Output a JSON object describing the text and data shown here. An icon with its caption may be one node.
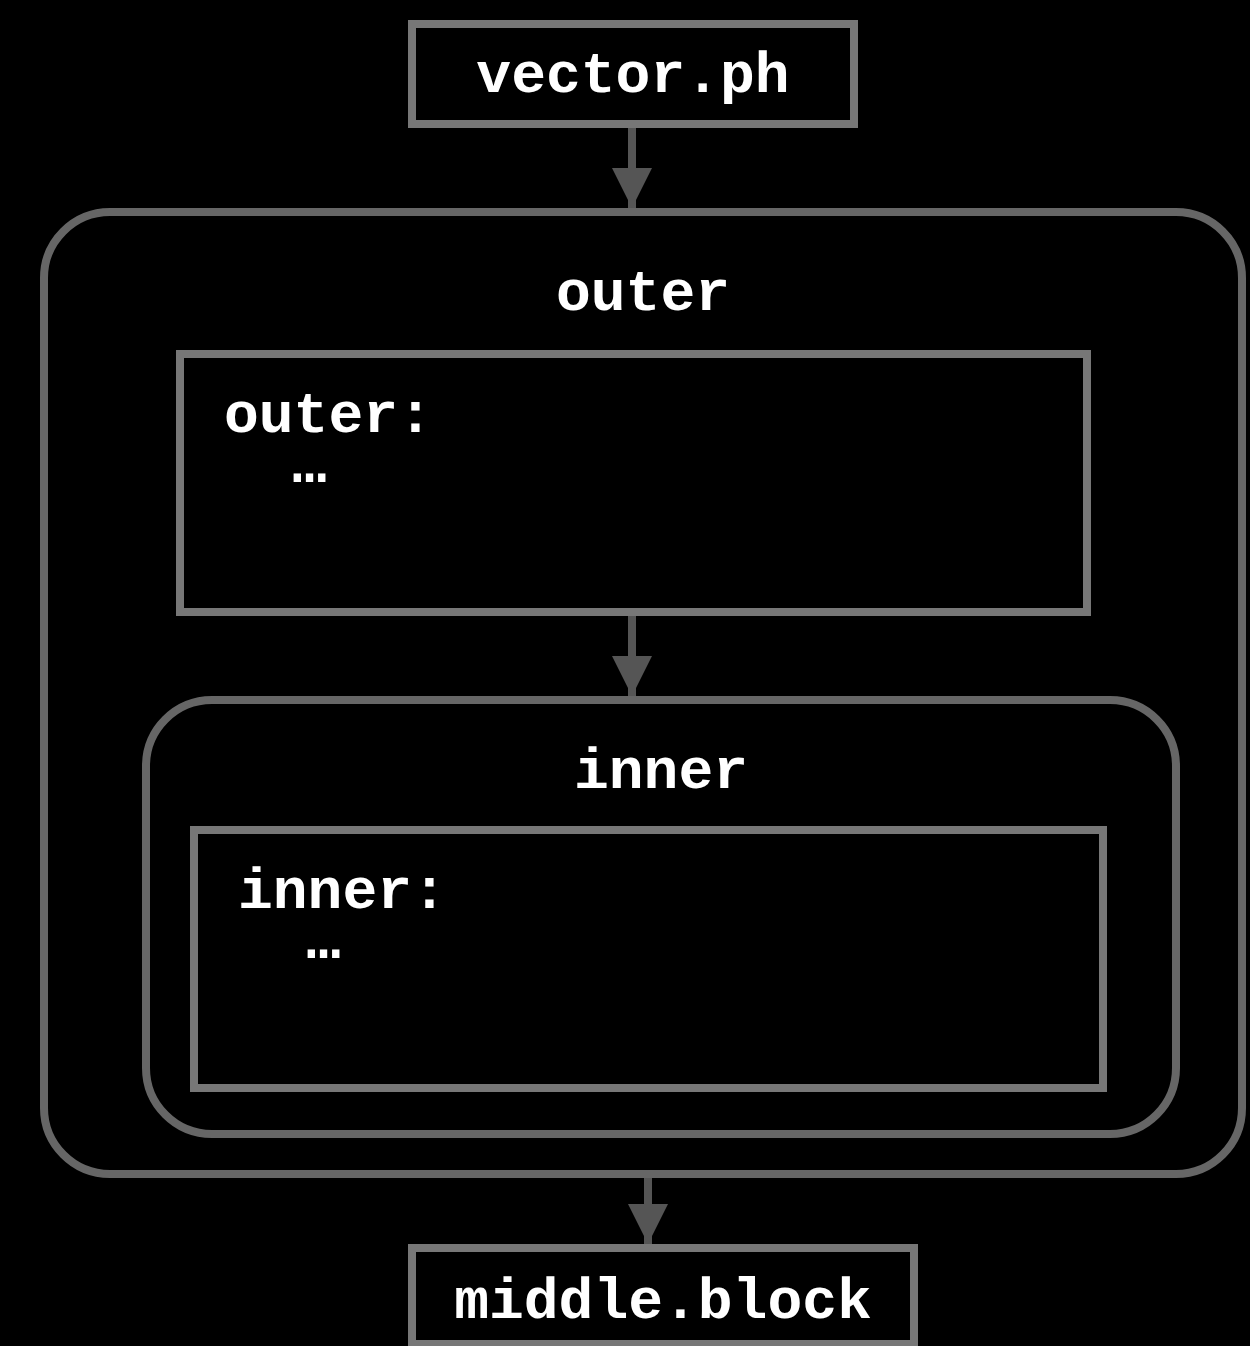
{
  "diagram": {
    "nodes": [
      {
        "text": [
          "vector.ph"
        ]
      },
      {
        "text": [
          "outer"
        ]
      },
      {
        "text": [
          "outer:",
          "…"
        ],
        "in": 1
      },
      {
        "text": [
          "inner"
        ],
        "in": 1
      },
      {
        "text": [
          "inner:",
          "…"
        ],
        "in": 3
      },
      {
        "text": [
          "middle.block"
        ]
      }
    ],
    "edges": [
      {
        "from": 0,
        "to": 1,
        "arrow": "to"
      },
      {
        "from": 2,
        "to": 3,
        "arrow": "to"
      },
      {
        "from": 1,
        "to": 5,
        "arrow": "to"
      }
    ]
  }
}
